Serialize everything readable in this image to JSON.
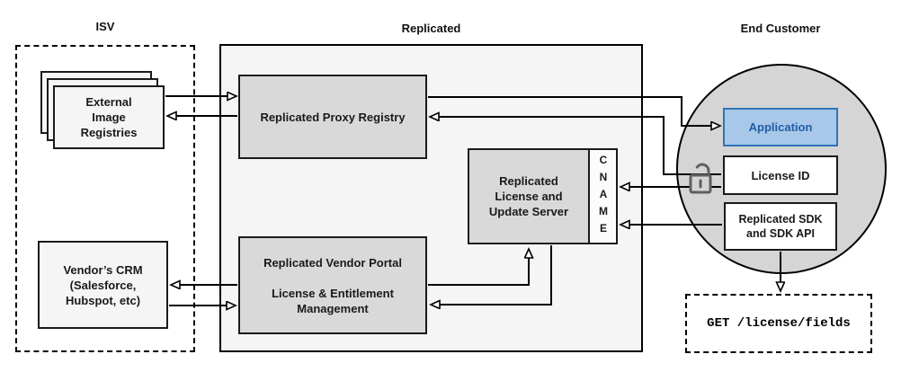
{
  "sections": {
    "isv": {
      "label": "ISV"
    },
    "replicated": {
      "label": "Replicated"
    },
    "end_customer": {
      "label": "End Customer"
    }
  },
  "nodes": {
    "external_registries": {
      "label": "External\nImage\nRegistries"
    },
    "vendor_crm": {
      "label": "Vendor’s CRM\n(Salesforce,\nHubspot, etc)"
    },
    "proxy_registry": {
      "label": "Replicated Proxy Registry"
    },
    "vendor_portal": {
      "label": "Replicated Vendor Portal\n\nLicense & Entitlement\nManagement"
    },
    "license_server": {
      "label": "Replicated\nLicense and\nUpdate Server"
    },
    "cname": {
      "label": "CNAME"
    },
    "application": {
      "label": "Application"
    },
    "license_id": {
      "label": "License ID"
    },
    "replicated_sdk": {
      "label": "Replicated SDK\nand SDK API"
    },
    "get_endpoint": {
      "label": "GET /license/fields"
    }
  },
  "icons": {
    "lock": "unlocked-padlock-icon"
  },
  "edges": [
    {
      "from": "external_registries",
      "to": "proxy_registry"
    },
    {
      "from": "proxy_registry",
      "to": "external_registries"
    },
    {
      "from": "proxy_registry",
      "to": "application"
    },
    {
      "from": "license_id",
      "to": "proxy_registry"
    },
    {
      "from": "license_id",
      "to": "cname"
    },
    {
      "from": "replicated_sdk",
      "to": "cname"
    },
    {
      "from": "vendor_portal",
      "to": "vendor_crm"
    },
    {
      "from": "vendor_crm",
      "to": "vendor_portal"
    },
    {
      "from": "vendor_portal",
      "to": "license_server"
    },
    {
      "from": "license_server",
      "to": "vendor_portal"
    },
    {
      "from": "replicated_sdk",
      "to": "get_endpoint"
    }
  ],
  "colors": {
    "application_fill": "#A9C7E8",
    "application_stroke": "#2E75B6",
    "application_text": "#1D5FA7",
    "container_fill": "#F5F5F5",
    "node_gray_fill": "#D9D9D9",
    "circle_fill": "#D5D5D5",
    "line": "#000000",
    "lock_stroke": "#5F5F5F"
  }
}
